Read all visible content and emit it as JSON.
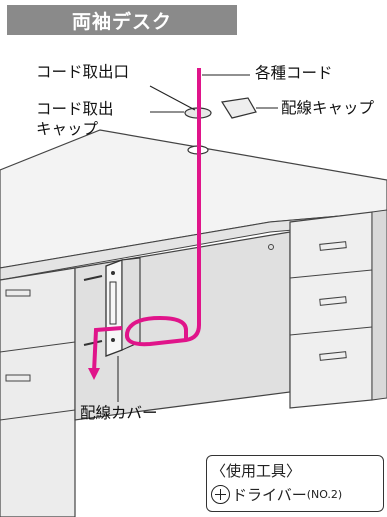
{
  "title": "両袖デスク",
  "labels": {
    "cord_outlet": "コード取出口",
    "cords": "各種コード",
    "cord_cap_line1": "コード取出",
    "cord_cap_line2": "キャップ",
    "wiring_cap": "配線キャップ",
    "wiring_cover": "配線カバー"
  },
  "tools": {
    "heading": "〈使用工具〉",
    "driver": "ドライバー",
    "driver_size": "(NO.2)"
  },
  "colors": {
    "cord": "#e0148a",
    "title_bg": "#8a8a8a"
  }
}
